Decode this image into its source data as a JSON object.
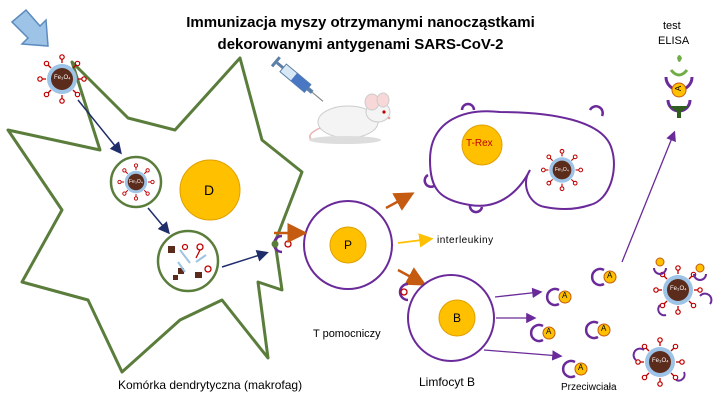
{
  "title": {
    "line1": "Immunizacja myszy otrzymanymi nanocząstkami",
    "line2": "dekorowanymi antygenami SARS-CoV-2"
  },
  "labels": {
    "test": "test",
    "elisa": "ELISA",
    "t_rex": "T-Rex",
    "dendritic_nucleus": "D",
    "helper_nucleus": "P",
    "b_nucleus": "B",
    "interleukins": "interleukiny",
    "t_helper": "T pomocniczy",
    "b_cell": "Limfocyt B",
    "antibodies": "Przeciwciała",
    "dendritic_cell": "Komórka dendrytyczna (makrofag)",
    "nanoparticle_core": "Fe₃O₄",
    "antibody_a": "A"
  },
  "colors": {
    "cell_outline": "#5a7d3c",
    "lymphocyte_outline": "#6a2a9a",
    "nucleus": "#ffc000",
    "nucleus_stroke": "#e0a000",
    "arrow_navy": "#1f2d6b",
    "arrow_orange": "#c55a11",
    "interleukin_arrow": "#ffc000",
    "antigen_spike": "#c00000",
    "nanoparticle_core": "#5b2b1b",
    "nanoparticle_shell": "#9dc3e6",
    "elisa_green": "#70ad47"
  },
  "icons": [
    "injection-arrow-icon",
    "syringe-icon",
    "mouse-icon",
    "nanoparticle-icon",
    "antibody-icon",
    "elisa-well-icon"
  ]
}
